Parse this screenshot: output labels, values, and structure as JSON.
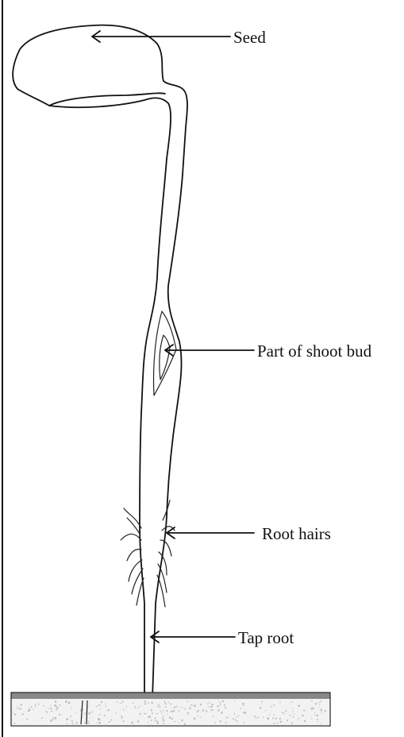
{
  "diagram": {
    "labels": {
      "seed": "Seed",
      "shoot_bud": "Part of shoot bud",
      "root_hairs": "Root hairs",
      "tap_root": "Tap root"
    }
  }
}
